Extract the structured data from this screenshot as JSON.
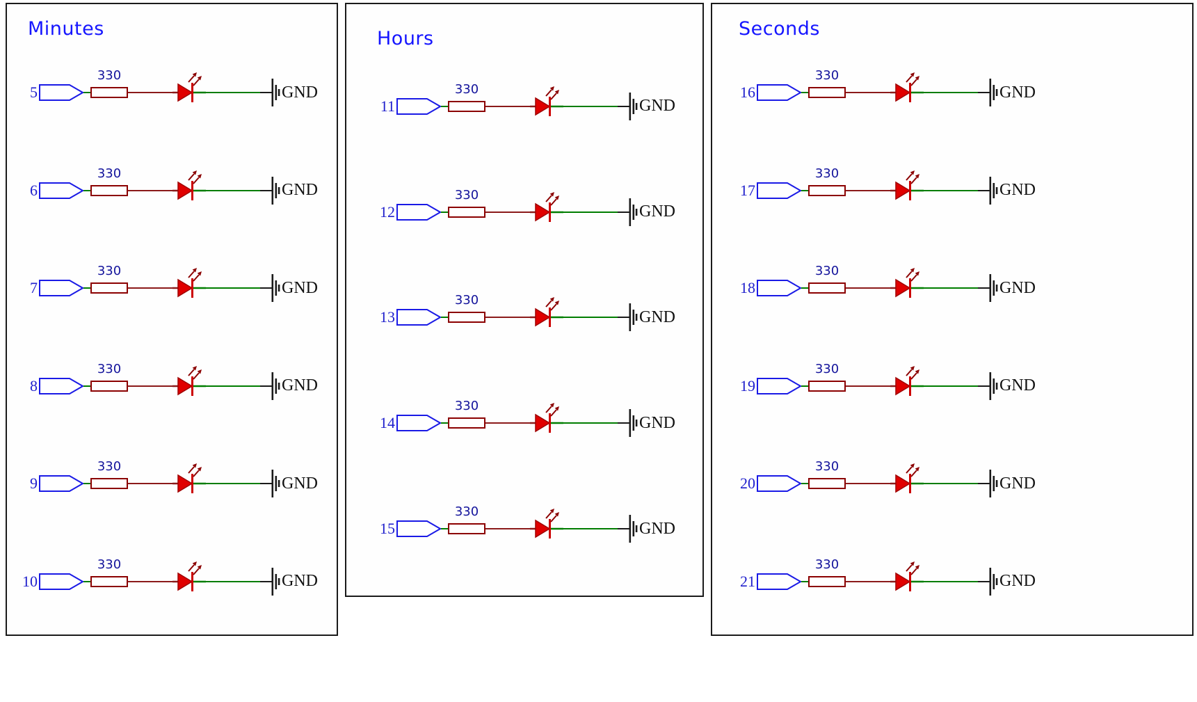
{
  "diagram": {
    "type": "schematic",
    "resistor_value": "330",
    "gnd_label": "GND",
    "groups": [
      {
        "title": "Minutes",
        "pins": [
          "5",
          "6",
          "7",
          "8",
          "9",
          "10"
        ]
      },
      {
        "title": "Hours",
        "pins": [
          "11",
          "12",
          "13",
          "14",
          "15"
        ]
      },
      {
        "title": "Seconds",
        "pins": [
          "16",
          "17",
          "18",
          "19",
          "20",
          "21"
        ]
      }
    ],
    "icons": {
      "pin": "pin-connector-icon",
      "resistor": "resistor-icon",
      "led": "led-icon",
      "ground": "ground-icon"
    },
    "colors": {
      "title_blue": "#1616ff",
      "pin_blue": "#1a1ae6",
      "label_navy": "#14149c",
      "resistor_outline": "#8b0000",
      "led_red": "#e00000",
      "led_arrow": "#8b0000",
      "wire_green": "#007d00",
      "wire_red": "#8b1a1a",
      "wire_black": "#1a1a1a",
      "border_black": "#1a1a1a"
    }
  }
}
